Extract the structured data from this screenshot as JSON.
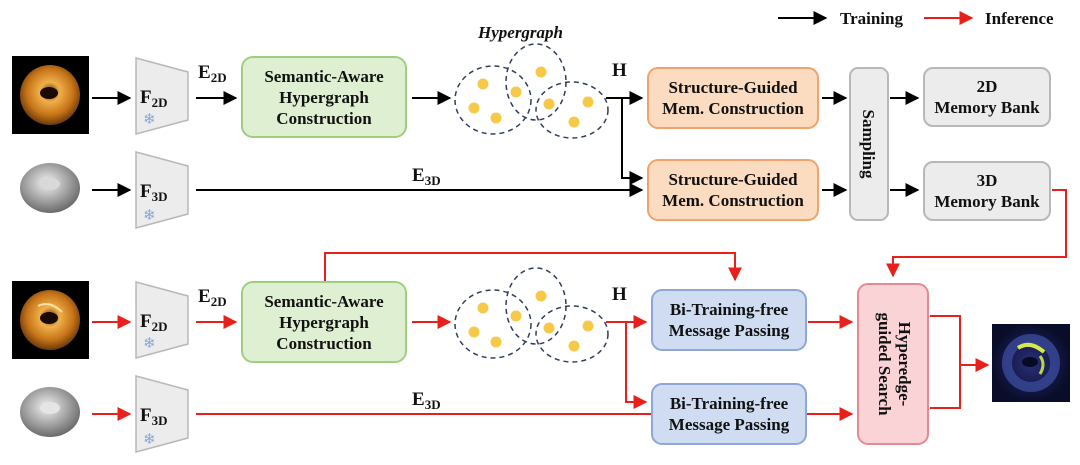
{
  "legend": {
    "training": "Training",
    "inference": "Inference",
    "training_color": "#000000",
    "inference_color": "#e8201c"
  },
  "labels": {
    "hypergraph": "Hypergraph",
    "H": "H"
  },
  "encoder_2d": {
    "main": "F",
    "sub": "2D"
  },
  "encoder_3d": {
    "main": "F",
    "sub": "3D"
  },
  "feature_2d": {
    "main": "E",
    "sub": "2D"
  },
  "feature_3d": {
    "main": "E",
    "sub": "3D"
  },
  "semantic": {
    "line1": "Semantic-Aware",
    "line2": "Hypergraph",
    "line3": "Construction"
  },
  "structure": {
    "line1": "Structure-Guided",
    "line2": "Mem. Construction"
  },
  "sampling": "Sampling",
  "bank_2d": {
    "line1": "2D",
    "line2": "Memory Bank"
  },
  "bank_3d": {
    "line1": "3D",
    "line2": "Memory Bank"
  },
  "message": {
    "line1": "Bi-Training-free",
    "line2": "Message Passing"
  },
  "search": {
    "line1": "Hyperedge-",
    "line2": "guided Search"
  },
  "colors": {
    "green_fill": "#dff0d2",
    "green_stroke": "#9dcf7f",
    "orange_fill": "#fcdcc0",
    "orange_stroke": "#f2a36b",
    "gray_fill": "#ececec",
    "gray_stroke": "#b8b8b8",
    "blue_fill": "#cfdcf2",
    "blue_stroke": "#8ea7d6",
    "pink_fill": "#f9d3d5",
    "pink_stroke": "#e58a93",
    "node": "#f7c948",
    "hyperedge": "#2e3e5c",
    "snowflake": "#8aa8d8"
  }
}
